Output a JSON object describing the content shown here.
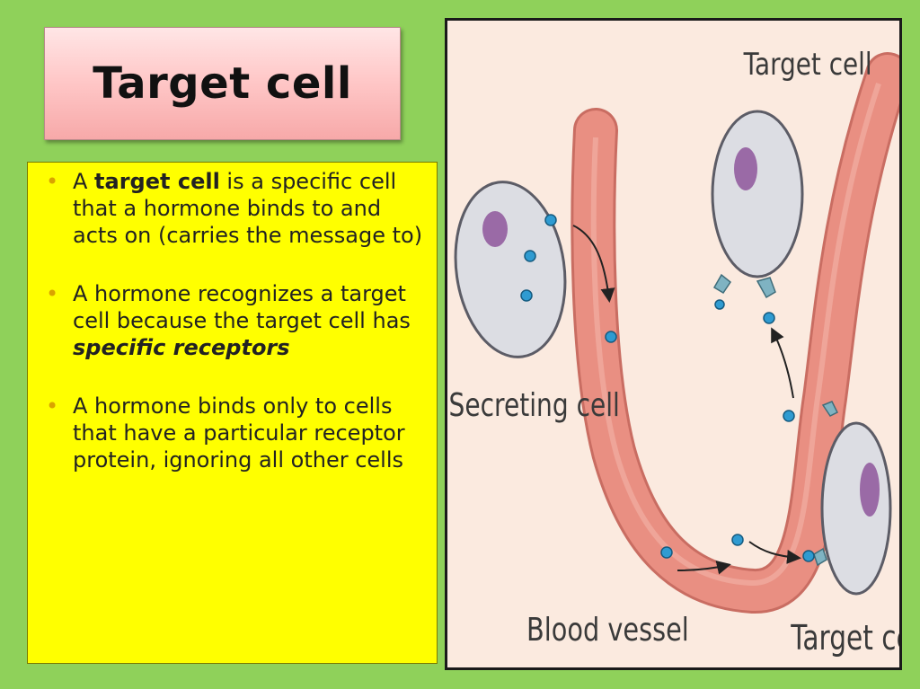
{
  "slide": {
    "title": "Target cell",
    "bullets": [
      {
        "prefix": "A ",
        "bold": "target cell",
        "suffix": " is a specific cell that a hormone binds to and acts on (carries the message to)"
      },
      {
        "prefix": "A hormone recognizes a target cell because the target cell has ",
        "bold_italic": "specific receptors"
      },
      {
        "text": "A hormone binds only to cells that have a particular receptor protein, ignoring all other cells"
      }
    ]
  },
  "diagram": {
    "labels": {
      "target_top": "Target cell",
      "secreting": "Secreting cell",
      "blood_vessel": "Blood vessel",
      "target_bottom": "Target cell"
    },
    "colors": {
      "background": "#fbeadf",
      "vessel": "#e98f82",
      "vessel_edge": "#c96d62",
      "cell": "#dcdde3",
      "nucleus": "#9a6aa6",
      "hormone": "#2f9bd1",
      "receptor": "#7fb3c2"
    }
  }
}
